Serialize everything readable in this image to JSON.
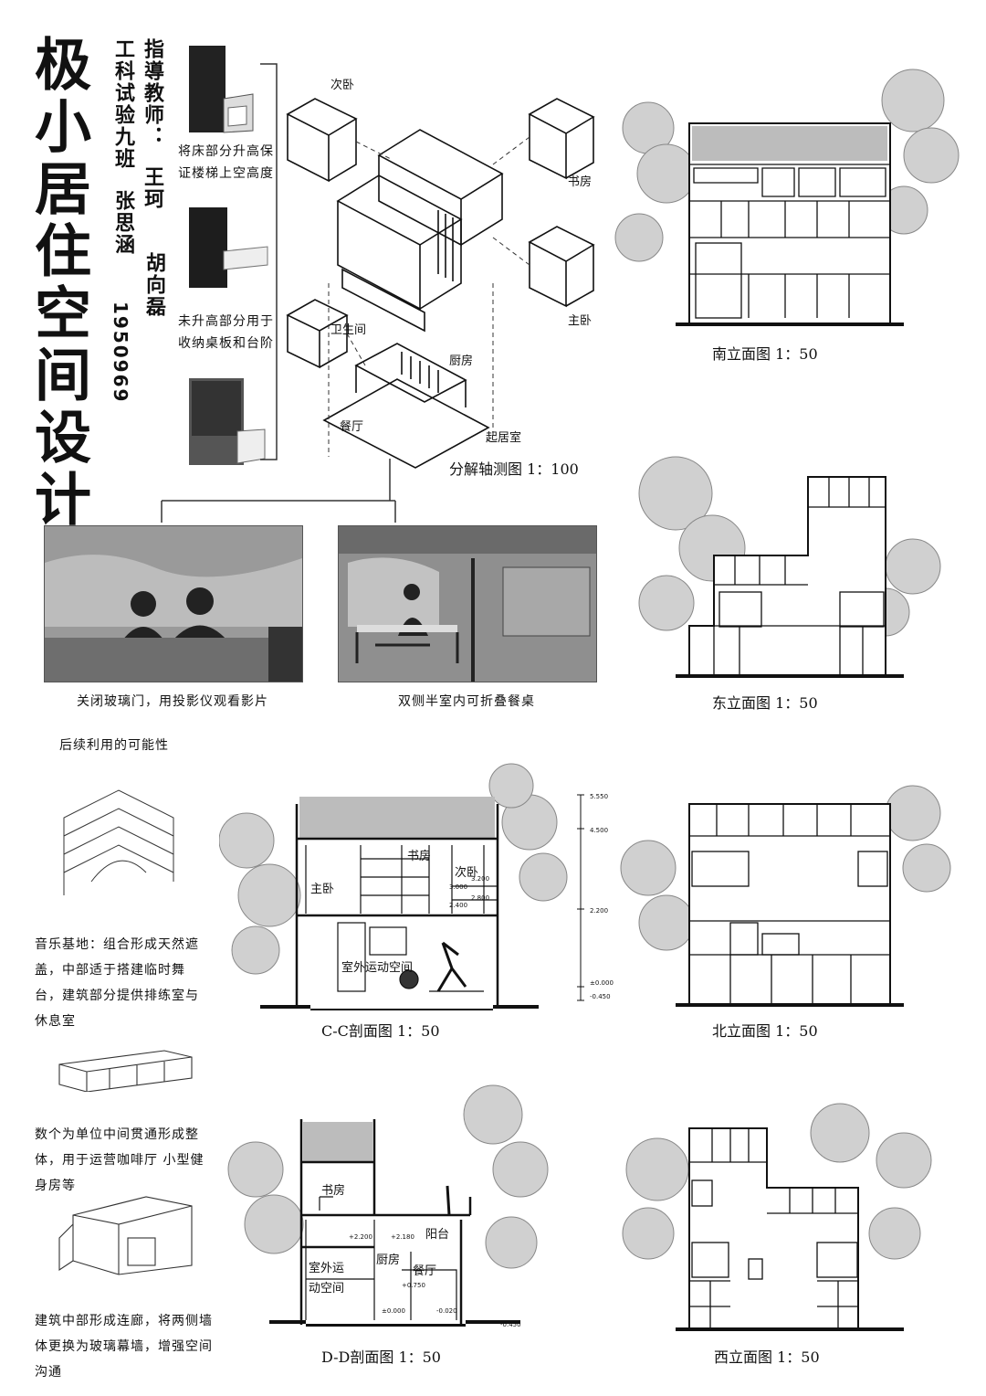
{
  "title": "极小居住空间设计",
  "credits": {
    "advisor_label": "指導教师：",
    "advisor_name": "王珂",
    "class": "工科试验九班",
    "student_1": "胡向磊",
    "student_2": "张思涵",
    "student_id": "1950969"
  },
  "model_notes": {
    "note_1": "将床部分升高保证楼梯上空高度",
    "note_2": "未升高部分用于收纳桌板和台阶"
  },
  "axon": {
    "caption": "分解轴测图 1：100",
    "labels": {
      "secondary_bedroom": "次卧",
      "study": "书房",
      "master_bedroom": "主卧",
      "bathroom": "卫生间",
      "kitchen": "厨房",
      "dining": "餐厅",
      "living": "起居室"
    }
  },
  "photos": {
    "caption_1": "关闭玻璃门，用投影仪观看影片",
    "caption_2": "双侧半室内可折叠餐桌"
  },
  "elevations": {
    "south": "南立面图 1：50",
    "east": "东立面图 1：50",
    "north": "北立面图 1：50",
    "west": "西立面图 1：50"
  },
  "sections": {
    "cc_caption": "C-C剖面图  1：50",
    "dd_caption": "D-D剖面图  1：50",
    "cc_labels": {
      "master": "主卧",
      "study": "书房",
      "secondary": "次卧",
      "outdoor_sport": "室外运动空间",
      "lv1": "3.200",
      "lv2": "3.000",
      "lv3": "2.800",
      "lv4": "2.400"
    },
    "dd_labels": {
      "study": "书房",
      "balcony": "阳台",
      "kitchen": "厨房",
      "dining": "餐厅",
      "outdoor_sport": "室外运动空间",
      "lv1": "+2.200",
      "lv2": "+2.180",
      "lv3": "+0.750",
      "lv4": "±0.000",
      "lv5": "-0.020",
      "lv6": "-0.450"
    },
    "dims": {
      "h1": "5.550",
      "h2": "4.500",
      "h3": "2.200",
      "h4": "±0.000",
      "h5": "-0.450"
    }
  },
  "reuse": {
    "heading": "后续利用的可能性",
    "text_1": "音乐基地：组合形成天然遮盖，中部适于搭建临时舞台，建筑部分提供排练室与休息室",
    "text_2": "数个为单位中间贯通形成整体，用于运营咖啡厅 小型健身房等",
    "text_3": "建筑中部形成连廊，将两侧墙体更换为玻璃幕墙，增强空间沟通"
  }
}
